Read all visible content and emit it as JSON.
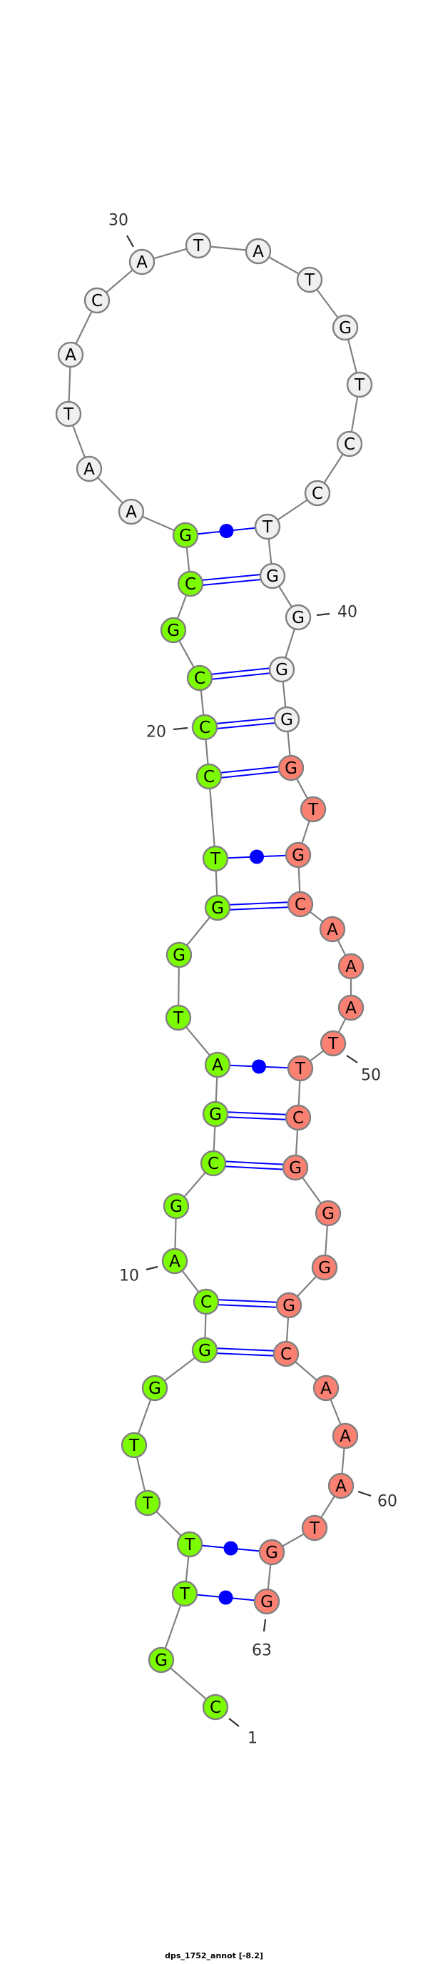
{
  "title": "dps_1752_annot [-8.2]",
  "colors": {
    "domain_1": "#7cfc00",
    "domain_2": "#f0f0f0",
    "domain_3": "#fa8072",
    "outline": "#808080",
    "backbone": "#808080",
    "pair": "#0000ff",
    "label": "#333333"
  },
  "sequence": [
    "C",
    "G",
    "T",
    "T",
    "T",
    "T",
    "G",
    "G",
    "C",
    "A",
    "G",
    "C",
    "G",
    "A",
    "T",
    "G",
    "G",
    "T",
    "C",
    "C",
    "C",
    "G",
    "C",
    "G",
    "A",
    "A",
    "T",
    "A",
    "C",
    "A",
    "T",
    "A",
    "T",
    "G",
    "T",
    "C",
    "C",
    "T",
    "G",
    "G",
    "G",
    "G",
    "G",
    "T",
    "G",
    "C",
    "A",
    "A",
    "A",
    "T",
    "T",
    "C",
    "G",
    "G",
    "G",
    "G",
    "C",
    "A",
    "A",
    "A",
    "T",
    "G",
    "G"
  ],
  "domains": [
    {
      "name": "domain_1",
      "from": 1,
      "to": 24
    },
    {
      "name": "domain_2",
      "from": 25,
      "to": 42
    },
    {
      "name": "domain_3",
      "from": 43,
      "to": 63
    }
  ],
  "pairs": [
    {
      "i": 3,
      "j": 63,
      "type": "noncanonical"
    },
    {
      "i": 4,
      "j": 62,
      "type": "noncanonical"
    },
    {
      "i": 8,
      "j": 57,
      "type": "canonical"
    },
    {
      "i": 9,
      "j": 56,
      "type": "canonical"
    },
    {
      "i": 12,
      "j": 53,
      "type": "canonical"
    },
    {
      "i": 13,
      "j": 52,
      "type": "canonical"
    },
    {
      "i": 14,
      "j": 51,
      "type": "noncanonical"
    },
    {
      "i": 17,
      "j": 46,
      "type": "canonical"
    },
    {
      "i": 18,
      "j": 45,
      "type": "noncanonical"
    },
    {
      "i": 19,
      "j": 43,
      "type": "canonical"
    },
    {
      "i": 20,
      "j": 42,
      "type": "canonical"
    },
    {
      "i": 21,
      "j": 41,
      "type": "canonical"
    },
    {
      "i": 23,
      "j": 39,
      "type": "canonical"
    },
    {
      "i": 24,
      "j": 38,
      "type": "noncanonical"
    }
  ],
  "number_labels": [
    "1",
    "10",
    "20",
    "30",
    "40",
    "50",
    "60",
    "63"
  ]
}
